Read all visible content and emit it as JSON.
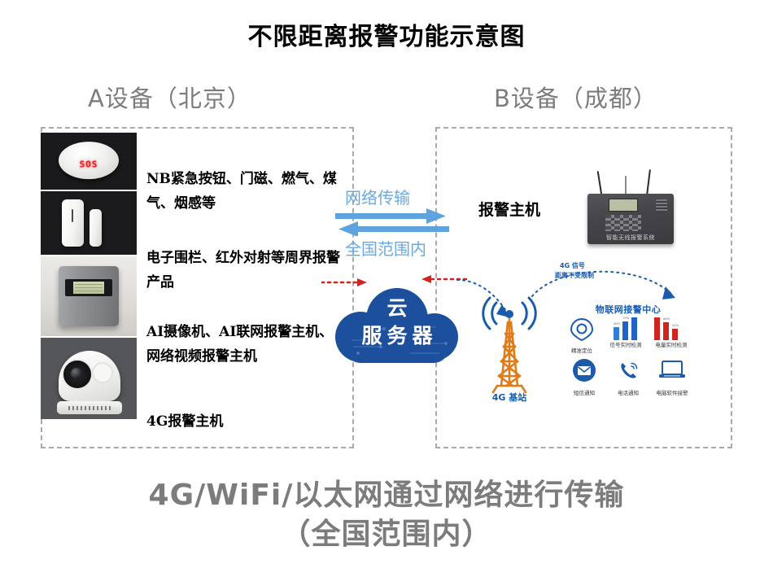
{
  "title": "不限距离报警功能示意图",
  "sections": {
    "left_heading": "A设备（北京）",
    "right_heading": "B设备（成都）"
  },
  "left_panel": {
    "photos": [
      {
        "name": "smoke-detector",
        "led_text": "SOS"
      },
      {
        "name": "door-magnet-sensor"
      },
      {
        "name": "alarm-control-panel"
      },
      {
        "name": "dome-camera"
      }
    ],
    "text_blocks": [
      "NB紧急按钮、门磁、燃气、煤气、烟感等",
      "电子围栏、红外对射等周界报警产品",
      "AI摄像机、AI联网报警主机、网络视频报警主机",
      "4G报警主机"
    ]
  },
  "center": {
    "network_label_top": "网络传输",
    "network_label_bottom": "全国范围内",
    "cloud_line1": "云",
    "cloud_line2": "服务器"
  },
  "right_panel": {
    "host_label": "报警主机",
    "host_brand": "智能无线报警系统",
    "signal_label_line1": "4G 信号",
    "signal_label_line2": "距离不受限制",
    "tower_label": "4G 基站",
    "iot_title": "物联网接警中心",
    "iot_items": [
      {
        "icon": "location-pin-icon",
        "caption": "精准定位"
      },
      {
        "icon": "signal-bars-icon",
        "caption": "信号实时检测"
      },
      {
        "icon": "battery-bars-icon",
        "caption": "电量实时检测"
      }
    ],
    "notify_items": [
      {
        "icon": "envelope-icon",
        "caption": "短信通知"
      },
      {
        "icon": "phone-ring-icon",
        "caption": "电话通知"
      },
      {
        "icon": "laptop-icon",
        "caption": "电脑软件接警"
      }
    ]
  },
  "footer": {
    "line1": "4G/WiFi/以太网通过网络进行传输",
    "line2": "（全国范围内）"
  },
  "colors": {
    "cloud_blue": "#1c4f9c",
    "arrow_blue": "#6aa9e0",
    "heading_gray": "#7c7c7c",
    "tower_orange": "#e07b18",
    "accent_red": "#d0241f",
    "dashed_border": "#aaaaaa"
  }
}
